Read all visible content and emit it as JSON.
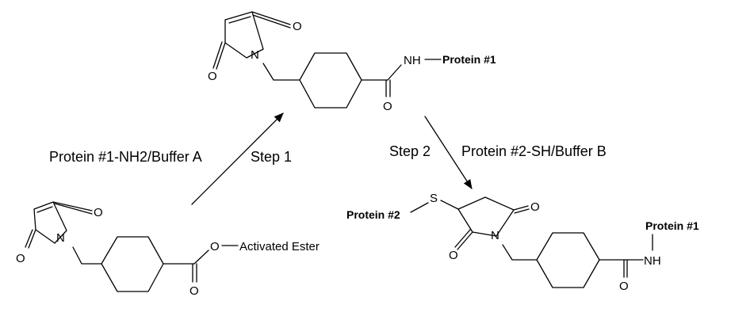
{
  "reaction": {
    "step1_label": "Step 1",
    "step1_reagent": "Protein #1-NH2/Buffer A",
    "step2_label": "Step 2",
    "step2_reagent": "Protein #2-SH/Buffer B"
  },
  "starting_material": {
    "atom_o_top": "O",
    "atom_n": "N",
    "atom_o_left": "O",
    "atom_o_ester": "O",
    "atom_o_carbonyl": "O",
    "ester_label": "Activated Ester"
  },
  "intermediate": {
    "atom_o_top": "O",
    "atom_n": "N",
    "atom_o_left": "O",
    "atom_nh": "NH",
    "atom_o_carbonyl": "O",
    "protein_label": "Protein #1"
  },
  "product": {
    "protein2_label": "Protein #2",
    "atom_s": "S",
    "atom_o_right": "O",
    "atom_o_left": "O",
    "atom_n": "N",
    "protein1_label": "Protein #1",
    "atom_nh": "NH",
    "atom_o_carbonyl": "O"
  }
}
